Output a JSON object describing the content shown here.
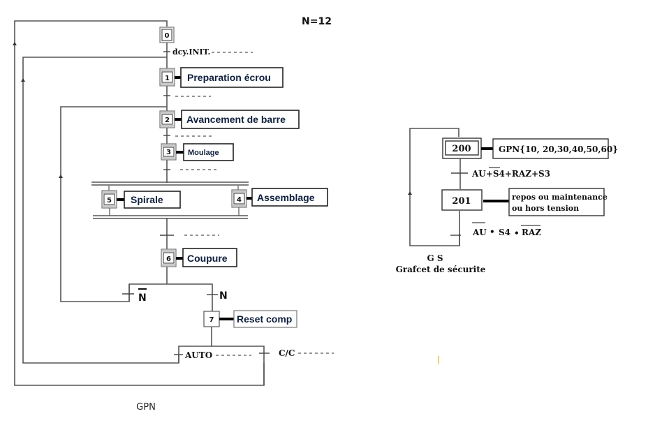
{
  "header": {
    "n_value": "N=12"
  },
  "gpn": {
    "caption": "GPN",
    "steps": [
      {
        "num": "0",
        "initial": true
      },
      {
        "num": "1",
        "action": "Preparation écrou"
      },
      {
        "num": "2",
        "action": "Avancement de barre"
      },
      {
        "num": "3",
        "action": "Moulage"
      },
      {
        "num": "5",
        "action": "Spirale"
      },
      {
        "num": "4",
        "action": "Assemblage"
      },
      {
        "num": "6",
        "action": "Coupure"
      },
      {
        "num": "7",
        "action": "Reset comp"
      }
    ],
    "transitions": {
      "t0": "dcy.INIT.",
      "t1": "",
      "t2": "",
      "t3": "",
      "t6": "",
      "n_bar": "N",
      "n": "N",
      "auto": "AUTO",
      "cc": "C/C"
    }
  },
  "gs": {
    "caption_short": "G S",
    "caption_long": "Grafcet de sécurite",
    "steps": [
      {
        "num": "200",
        "initial": true,
        "action": "GPN{10, 20,30,40,50,60}"
      },
      {
        "num": "201",
        "action_line1": "repos ou maintenance",
        "action_line2": "ou hors tension"
      }
    ],
    "transitions": {
      "t200": {
        "p1": "AU+",
        "s4": "S4",
        "p2": "+RAZ+S3"
      },
      "t201": {
        "au": "AU",
        "dot1": "•",
        "s4": "S4",
        "dot2": "•",
        "raz": "RAZ"
      }
    }
  }
}
